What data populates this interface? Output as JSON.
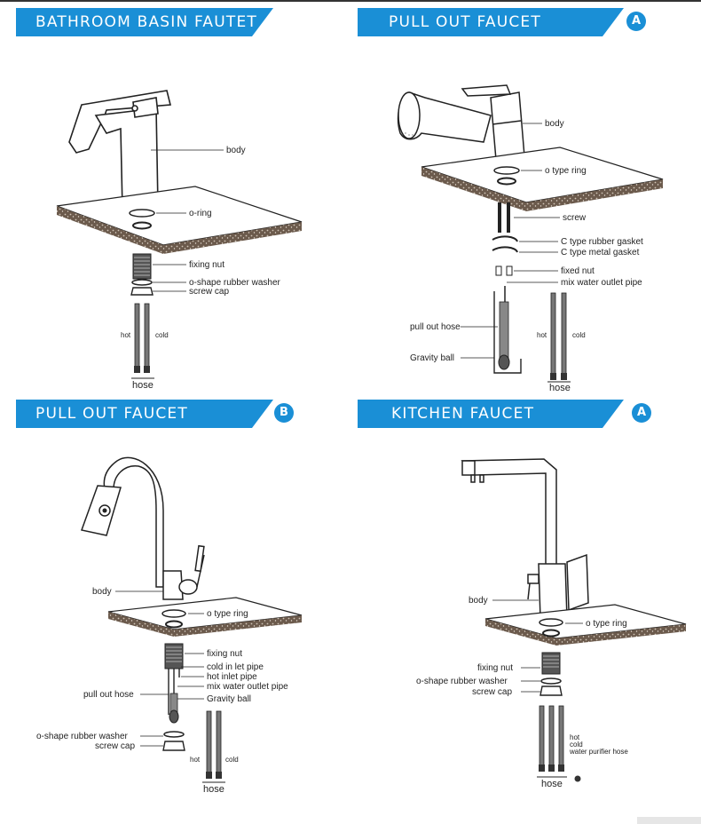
{
  "panels": [
    {
      "title": "BATHROOM BASIN FAUTET",
      "badge": "",
      "labels": {
        "body": "body",
        "o_ring": "o-ring",
        "fixing_nut": "fixing nut",
        "washer": "o-shape rubber washer",
        "screw_cap": "screw cap",
        "hot": "hot",
        "cold": "cold",
        "hose": "hose"
      }
    },
    {
      "title": "PULL OUT FAUCET",
      "badge": "A",
      "labels": {
        "body": "body",
        "o_ring": "o type ring",
        "screw": "screw",
        "c_rubber": "C type rubber gasket",
        "c_metal": "C type metal gasket",
        "fixed_nut": "fixed nut",
        "mix_pipe": "mix water outlet pipe",
        "pull_out_hose": "pull out hose",
        "gravity_ball": "Gravity ball",
        "hot": "hot",
        "cold": "cold",
        "hose": "hose"
      }
    },
    {
      "title": "PULL OUT FAUCET",
      "badge": "B",
      "labels": {
        "body": "body",
        "o_ring": "o type ring",
        "fixing_nut": "fixing nut",
        "cold_inlet": "cold in let pipe",
        "hot_inlet": "hot inlet pipe",
        "mix_pipe": "mix water outlet pipe",
        "gravity_ball": "Gravity ball",
        "pull_out_hose": "pull out hose",
        "washer": "o-shape rubber washer",
        "screw_cap": "screw cap",
        "hot": "hot",
        "cold": "cold",
        "hose": "hose"
      }
    },
    {
      "title": "KITCHEN FAUCET",
      "badge": "A",
      "labels": {
        "body": "body",
        "o_ring": "o type ring",
        "fixing_nut": "fixing nut",
        "washer": "o-shape rubber washer",
        "screw_cap": "screw cap",
        "hot": "hot",
        "cold": "cold",
        "purifier": "water purifier hose",
        "hose": "hose"
      }
    }
  ],
  "colors": {
    "banner": "#1a8fd6",
    "board": "#7a6a5c",
    "line": "#333333"
  },
  "icons": [
    "faucet-diagram",
    "countertop",
    "hose-pair"
  ]
}
